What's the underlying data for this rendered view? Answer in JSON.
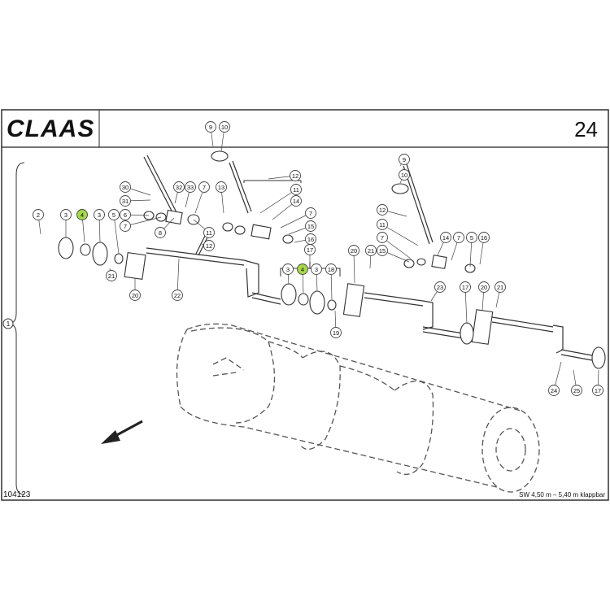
{
  "brand": {
    "logo_text": "CLAAS"
  },
  "page_number": "24",
  "drawing_number": "104123",
  "caption": "SW 4,50 m – 5,40 m klappbar",
  "group_label": "1",
  "highlight_color": "#a6d84a",
  "callouts": [
    {
      "id": "9",
      "hl": false
    },
    {
      "id": "10",
      "hl": false
    },
    {
      "id": "12",
      "hl": false
    },
    {
      "id": "30",
      "hl": false
    },
    {
      "id": "32",
      "hl": false
    },
    {
      "id": "33",
      "hl": false
    },
    {
      "id": "7",
      "hl": false
    },
    {
      "id": "31",
      "hl": false
    },
    {
      "id": "11",
      "hl": false
    },
    {
      "id": "14",
      "hl": false
    },
    {
      "id": "2",
      "hl": false
    },
    {
      "id": "3",
      "hl": false
    },
    {
      "id": "4",
      "hl": true
    },
    {
      "id": "3",
      "hl": false
    },
    {
      "id": "5",
      "hl": false
    },
    {
      "id": "6",
      "hl": false
    },
    {
      "id": "7",
      "hl": false
    },
    {
      "id": "8",
      "hl": false
    },
    {
      "id": "13",
      "hl": false
    },
    {
      "id": "11",
      "hl": false
    },
    {
      "id": "7",
      "hl": false
    },
    {
      "id": "15",
      "hl": false
    },
    {
      "id": "16",
      "hl": false
    },
    {
      "id": "12",
      "hl": false
    },
    {
      "id": "17",
      "hl": false
    },
    {
      "id": "3",
      "hl": false
    },
    {
      "id": "4",
      "hl": true
    },
    {
      "id": "3",
      "hl": false
    },
    {
      "id": "18",
      "hl": false
    },
    {
      "id": "21",
      "hl": false
    },
    {
      "id": "20",
      "hl": false
    },
    {
      "id": "22",
      "hl": false
    },
    {
      "id": "19",
      "hl": false
    },
    {
      "id": "9",
      "hl": false
    },
    {
      "id": "10",
      "hl": false
    },
    {
      "id": "12",
      "hl": false
    },
    {
      "id": "11",
      "hl": false
    },
    {
      "id": "7",
      "hl": false
    },
    {
      "id": "15",
      "hl": false
    },
    {
      "id": "14",
      "hl": false
    },
    {
      "id": "7",
      "hl": false
    },
    {
      "id": "5",
      "hl": false
    },
    {
      "id": "16",
      "hl": false
    },
    {
      "id": "20",
      "hl": false
    },
    {
      "id": "21",
      "hl": false
    },
    {
      "id": "23",
      "hl": false
    },
    {
      "id": "17",
      "hl": false
    },
    {
      "id": "20",
      "hl": false
    },
    {
      "id": "21",
      "hl": false
    },
    {
      "id": "24",
      "hl": false
    },
    {
      "id": "25",
      "hl": false
    },
    {
      "id": "17",
      "hl": false
    }
  ]
}
